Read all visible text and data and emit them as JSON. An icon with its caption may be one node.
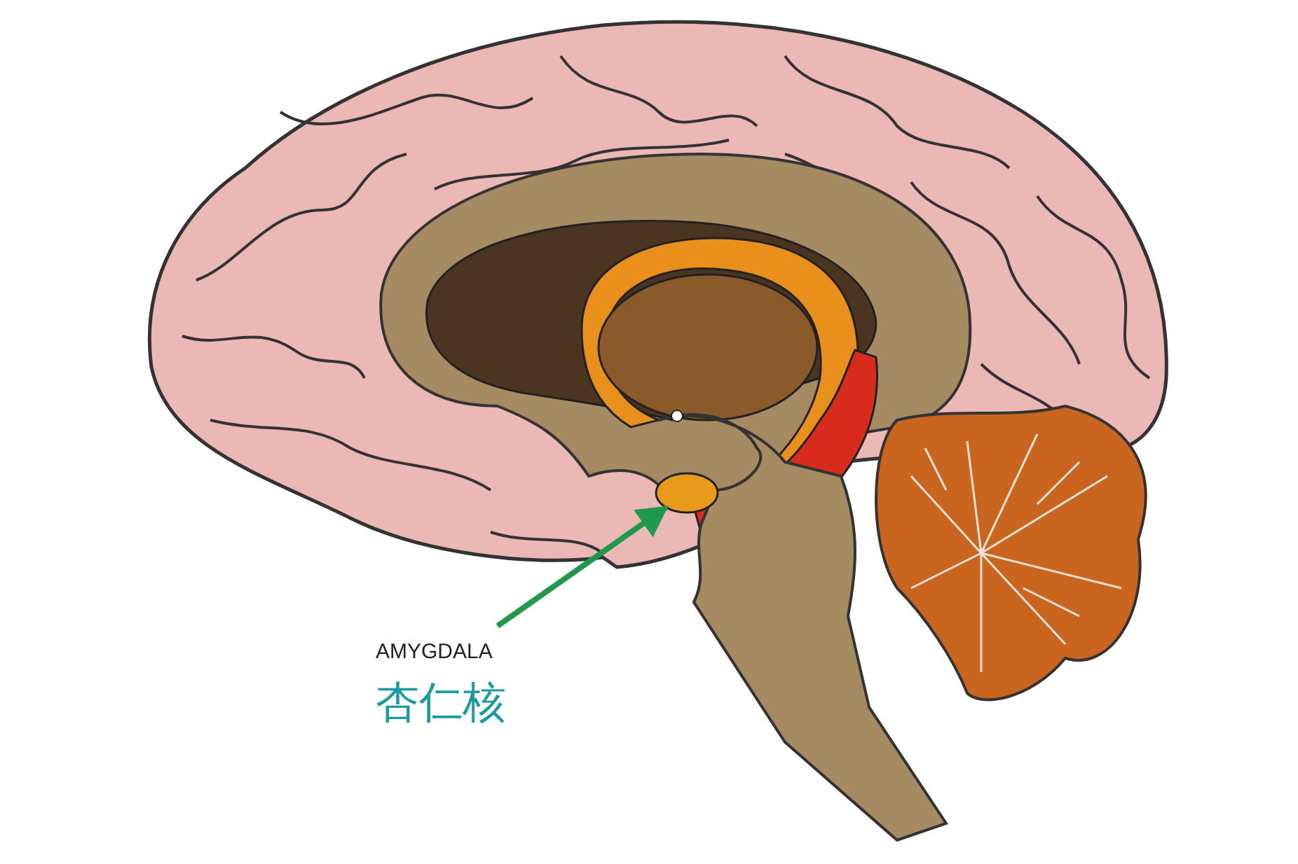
{
  "diagram": {
    "nodes": [
      {
        "text": [
          "AMYGDALA",
          "杏仁核"
        ]
      },
      {
        "text": [],
        "shape": "circle"
      }
    ],
    "edges": [
      {
        "from": 0,
        "to": 1,
        "arrow": "to"
      }
    ]
  }
}
